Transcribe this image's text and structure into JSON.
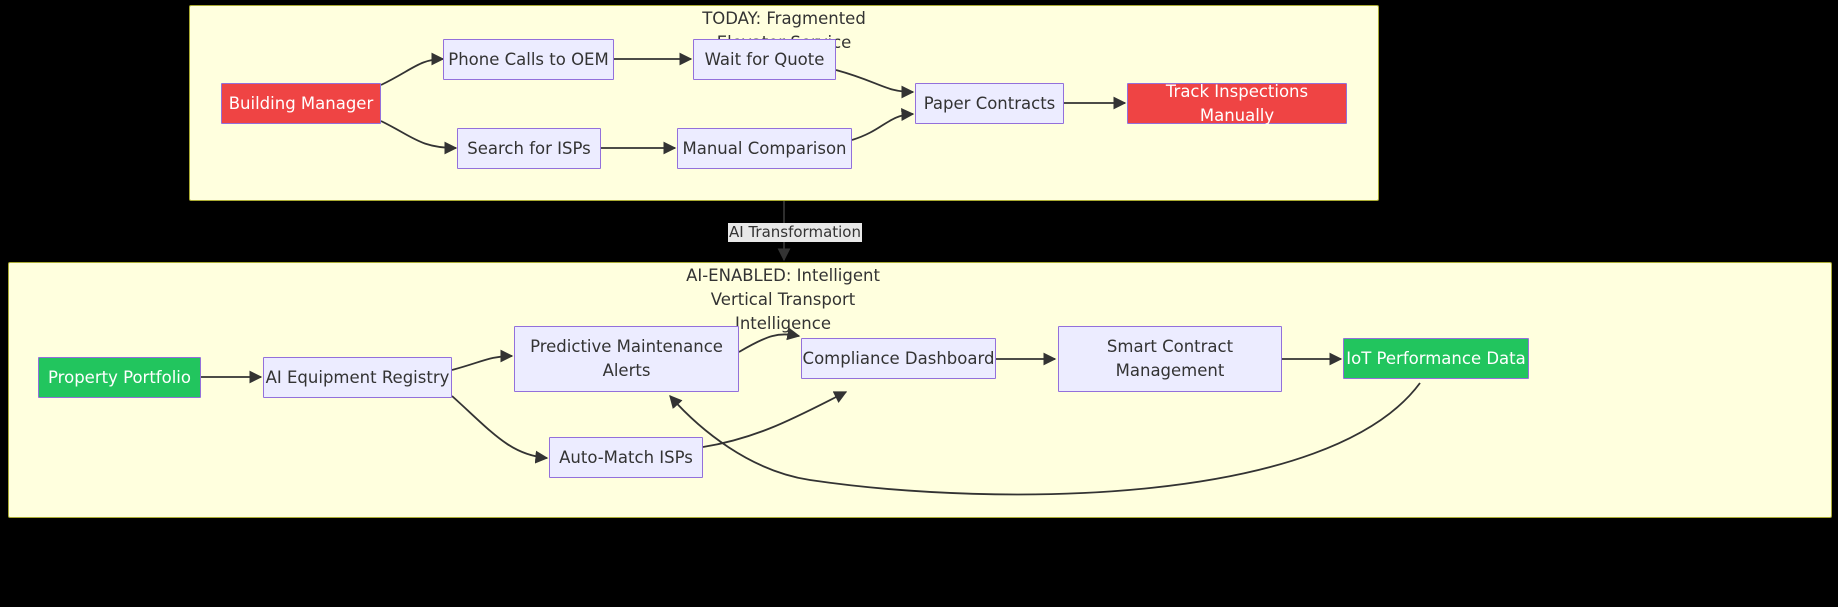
{
  "diagram": {
    "type": "flowchart",
    "direction": "left-to-right",
    "background": "#000000",
    "cluster_fill": "#ffffde",
    "cluster_stroke": "#aaaa33",
    "node_fill": "#ececff",
    "node_stroke": "#9370db",
    "pain_color": "#ef4444",
    "gain_color": "#22c55e",
    "edge_color": "#333333"
  },
  "clusters": [
    {
      "id": "today",
      "title": "TODAY: Fragmented\nElevator Service"
    },
    {
      "id": "ai_enabled",
      "title": "AI-ENABLED: Intelligent\nVertical Transport\nIntelligence"
    }
  ],
  "nodes": [
    {
      "id": "building_manager",
      "label": "Building Manager",
      "style": "pain"
    },
    {
      "id": "phone_calls",
      "label": "Phone Calls to OEM",
      "style": "process"
    },
    {
      "id": "wait_quote",
      "label": "Wait for Quote",
      "style": "process"
    },
    {
      "id": "search_isps",
      "label": "Search for ISPs",
      "style": "process"
    },
    {
      "id": "manual_comparison",
      "label": "Manual Comparison",
      "style": "process"
    },
    {
      "id": "paper_contracts",
      "label": "Paper Contracts",
      "style": "process"
    },
    {
      "id": "track_inspections",
      "label": "Track Inspections Manually",
      "style": "pain"
    },
    {
      "id": "property_portfolio",
      "label": "Property Portfolio",
      "style": "gain"
    },
    {
      "id": "ai_registry",
      "label": "AI Equipment Registry",
      "style": "process"
    },
    {
      "id": "predictive_alerts",
      "label": "Predictive Maintenance\nAlerts",
      "style": "process"
    },
    {
      "id": "compliance_dashboard",
      "label": "Compliance Dashboard",
      "style": "process"
    },
    {
      "id": "smart_contract",
      "label": "Smart Contract\nManagement",
      "style": "process"
    },
    {
      "id": "iot_data",
      "label": "IoT Performance Data",
      "style": "gain"
    },
    {
      "id": "auto_match",
      "label": "Auto-Match ISPs",
      "style": "process"
    }
  ],
  "edge_labels": [
    {
      "id": "transformation",
      "label": "AI Transformation"
    }
  ]
}
